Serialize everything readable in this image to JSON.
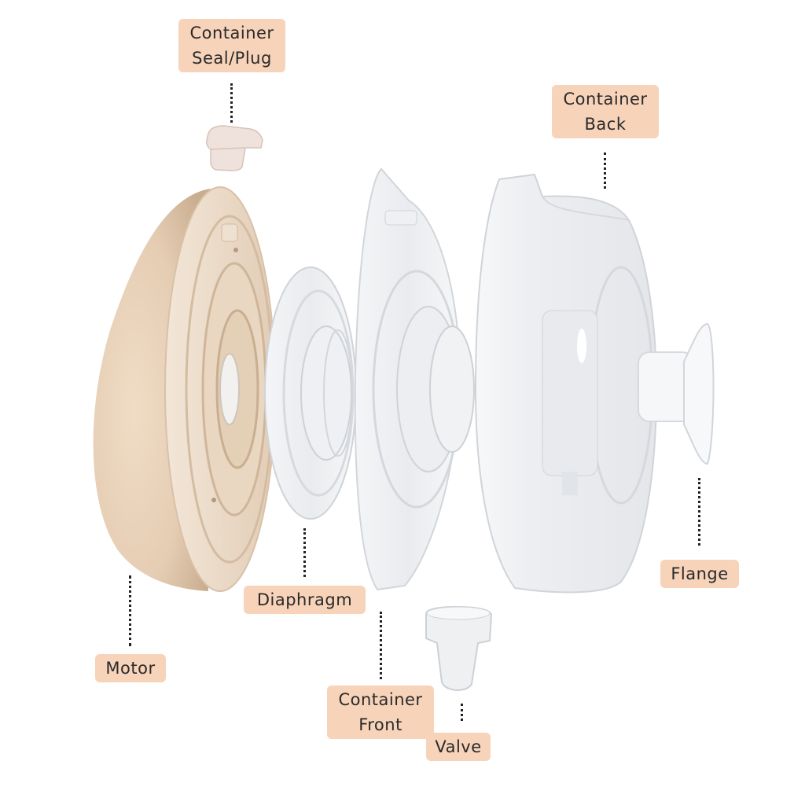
{
  "labels": {
    "seal_line1": "Container",
    "seal_line2": "Seal/Plug",
    "back_line1": "Container",
    "back_line2": "Back",
    "flange": "Flange",
    "diaphragm": "Diaphragm",
    "motor": "Motor",
    "front_line1": "Container",
    "front_line2": "Front",
    "valve": "Valve"
  },
  "colors": {
    "label_background": "#f7d3b9",
    "motor_body": "#e6cfb6",
    "clear_plastic": "#eef0f2"
  }
}
